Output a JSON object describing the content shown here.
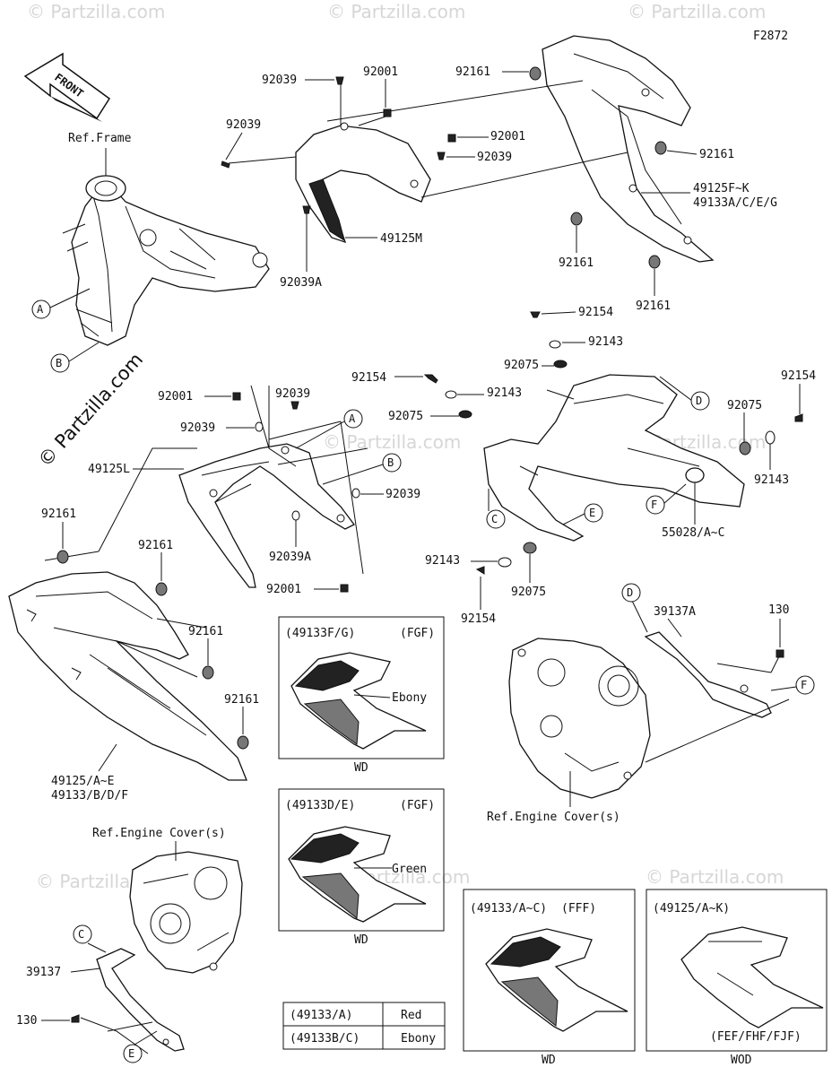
{
  "figure_code": "F2872",
  "front_label": "FRONT",
  "watermarks": [
    "© Partzilla.com",
    "© Partzilla.com",
    "© Partzilla.com",
    "© Partzilla.com",
    "© Partzilla.com",
    "© Partzilla.com",
    "© Partzilla.com",
    "© Partzilla.com"
  ],
  "ref_labels": {
    "frame": "Ref.Frame",
    "engine_cover_right": "Ref.Engine Cover(s)",
    "engine_cover_left": "Ref.Engine Cover(s)"
  },
  "callouts": {
    "A": "A",
    "B": "B",
    "C": "C",
    "D": "D",
    "E": "E",
    "F": "F"
  },
  "part_numbers": {
    "p92039_a": "92039",
    "p92001_a": "92001",
    "p92039_b": "92039",
    "p92001_b": "92001",
    "p92039_c": "92039",
    "p49125M": "49125M",
    "p92039A_a": "92039A",
    "p92161_a": "92161",
    "p92161_b": "92161",
    "p49125FK_1": "49125F~K",
    "p49125FK_2": "49133A/C/E/G",
    "p92161_c": "92161",
    "p92161_d": "92161",
    "p92154_a": "92154",
    "p92143_a": "92143",
    "p92075_a": "92075",
    "p92154_b": "92154",
    "p92143_b": "92143",
    "p92075_b": "92075",
    "p92154_c": "92154",
    "p92075_c": "92075",
    "p92143_c": "92143",
    "p55028": "55028/A~C",
    "p92143_d": "92143",
    "p92075_d": "92075",
    "p92154_d": "92154",
    "p92039_d": "92039",
    "p92001_c": "92001",
    "p92039_e": "92039",
    "p49125L": "49125L",
    "p92039_f": "92039",
    "p92039A_b": "92039A",
    "p92001_d": "92001",
    "p92161_e": "92161",
    "p92161_f": "92161",
    "p92161_g": "92161",
    "p92161_h": "92161",
    "p49125AE_1": "49125/A~E",
    "p49125AE_2": "49133/B/D/F",
    "p39137A": "39137A",
    "p130_a": "130",
    "p39137": "39137",
    "p130_b": "130"
  },
  "insets": {
    "fg": {
      "code": "(49133F/G)",
      "color_code": "(FGF)",
      "color": "Ebony",
      "footer": "WD"
    },
    "de": {
      "code": "(49133D/E)",
      "color_code": "(FGF)",
      "color": "Green",
      "footer": "WD"
    },
    "ac": {
      "code": "(49133/A~C)",
      "color_code": "(FFF)",
      "footer": "WD"
    },
    "ak": {
      "code": "(49125/A~K)",
      "color_code": "(FEF/FHF/FJF)",
      "footer": "WOD"
    }
  },
  "color_table": {
    "rows": [
      {
        "code": "(49133/A)",
        "color": "Red"
      },
      {
        "code": "(49133B/C)",
        "color": "Ebony"
      }
    ]
  }
}
